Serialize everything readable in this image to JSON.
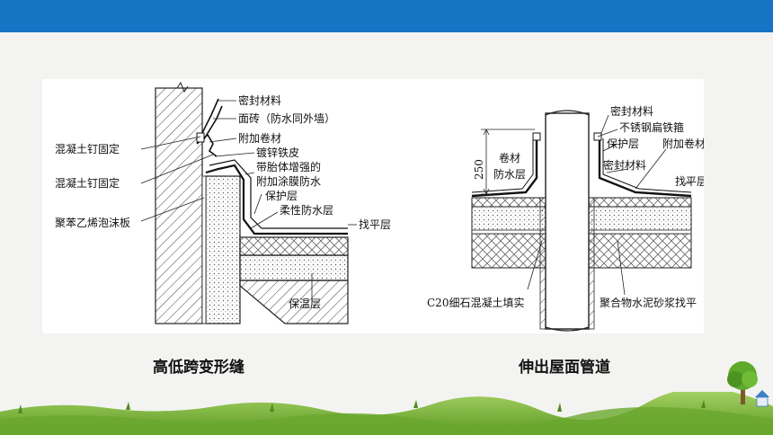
{
  "colors": {
    "header_bar": "#1674c4",
    "background": "#f3f3f1",
    "grass": "#7cb53a"
  },
  "left_diagram": {
    "caption": "高低跨变形缝",
    "labels": {
      "sealing_material": "密封材料",
      "face_brick": "面砖（防水同外墙）",
      "concrete_nail_1": "混凝土钉固定",
      "additional_membrane": "附加卷材",
      "galvanized_sheet": "镀锌铁皮",
      "concrete_nail_2": "混凝土钉固定",
      "reinforced_coating_1": "带胎体增强的",
      "reinforced_coating_2": "附加涂膜防水",
      "protective_layer": "保护层",
      "flexible_waterproof": "柔性防水层",
      "eps_board": "聚苯乙烯泡沫板",
      "leveling_layer": "找平层",
      "insulation_layer": "保温层"
    }
  },
  "right_diagram": {
    "caption": "伸出屋面管道",
    "labels": {
      "sealing_material": "密封材料",
      "stainless_hoop": "不锈钢扁铁箍",
      "protective_layer": "保护层",
      "membrane": "卷材",
      "waterproof_layer": "防水层",
      "additional_membrane": "附加卷材",
      "sealing_material_2": "密封材料",
      "leveling_layer": "找平层",
      "dimension": "250",
      "c20_fill": "C20细石混凝土填实",
      "polymer_mortar": "聚合物水泥砂浆找平"
    }
  },
  "icons": [
    "tree-icon",
    "grass-icon"
  ]
}
